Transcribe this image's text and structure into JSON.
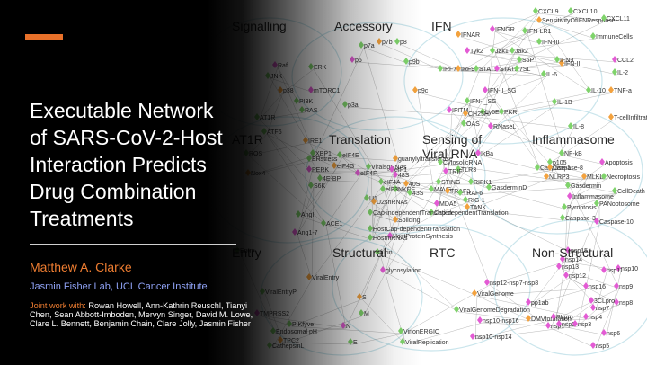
{
  "slide": {
    "title_lines": [
      "Executable Network",
      "of SARS-CoV-2-Host",
      "Interaction Predicts",
      "Drug Combination",
      "Treatments"
    ],
    "presenter": "Matthew A. Clarke",
    "affiliation": "Jasmin Fisher Lab, UCL Cancer Institute",
    "collaborators_lead": "Joint work with:",
    "collaborators": "Rowan Howell, Ann-Kathrin Reuschl, Tianyi Chen, Sean Abbott-Imboden, Mervyn Singer, David M. Lowe, Clare L. Bennett, Benjamin Chain, Clare Jolly, Jasmin Fisher"
  },
  "network": {
    "sections": [
      "Signalling",
      "Accessory",
      "IFN",
      "AT1R",
      "Translation",
      "Sensing of",
      "Viral RNA",
      "Inflammasome",
      "Entry",
      "Structural",
      "RTC",
      "Non-Structural"
    ],
    "nodes": [
      "CXCL9",
      "CXCL10",
      "SensitivityOfIFNResponse",
      "CXCL11",
      "IFNGR",
      "IFN-LR1",
      "ImmuneCells",
      "IFNAR",
      "IFN-III",
      "Tyk2",
      "Jak1",
      "Jak2",
      "IFN-II",
      "S6P",
      "CCL2",
      "IL-2",
      "p7a",
      "p7b",
      "p8",
      "p6",
      "p9b",
      "IRF7",
      "IRF9",
      "STAT1",
      "STAT2",
      "7SL",
      "IL-6",
      "TNF-a",
      "IFN-I",
      "IFN-II_SG",
      "IFN-I_SG",
      "IL-10",
      "p9c",
      "p3a",
      "IFITM",
      "Ly6E",
      "PKR",
      "CH25H",
      "OAS",
      "RNaseL",
      "IL-1B",
      "IL-8",
      "T-cellInfiltration",
      "ERK",
      "mTORC1",
      "PI3K",
      "RAS",
      "p38",
      "JNK",
      "Raf",
      "AT1R",
      "ATF6",
      "IRE1",
      "XBP1",
      "PERK",
      "S6K",
      "ROS",
      "Nox4",
      "AngII",
      "Ang1-7",
      "ACE1",
      "ERstress",
      "eIF4G",
      "eIF4E",
      "eIF4F",
      "4E-BP",
      "ViralsgRNAs",
      "guanylyltransferase",
      "CytosolicRNA",
      "IkBa",
      "NF-kB",
      "p105",
      "NLRP3",
      "Caspase-1",
      "Apoptosis",
      "Necroptosis",
      "CellDeath",
      "MLKL",
      "Gasdermin",
      "Inflammasome",
      "PANoptosome",
      "Pyroptosis",
      "Caspase-8",
      "Caspase-3",
      "Caspase-10",
      "GasderminD",
      "RIPK1",
      "TANK",
      "TLR3",
      "TRIF",
      "STING",
      "MAVS",
      "TRAF3",
      "TRAF6",
      "MDA5",
      "RIG-1",
      "NKRF",
      "40S",
      "43S",
      "48S",
      "Cap-dependentTranslation",
      "Cap-independentTranslation",
      "Splicing",
      "HostCap-dependentTranslation",
      "HostProteinSynthesis",
      "HostmRNAs",
      "U1",
      "U2snRNAs",
      "eIF4A",
      "eIF1",
      "eIF3",
      "Entry",
      "ViralEntry",
      "ViralEntryPi",
      "TMPRSS2",
      "Endosomal pH",
      "CathepsinL",
      "TPC2",
      "PIKfyve",
      "N",
      "M",
      "E",
      "S",
      "furin",
      "glycosylation",
      "VirionERGIC",
      "ViralReplication",
      "ViralGenome",
      "ViralGenomeDegradation",
      "nsp12-nsp7-nsp8",
      "nsp10-nsp16",
      "nsp10-nsp14",
      "DMVformation",
      "nsp1",
      "nsp2",
      "nsp3",
      "nsp4",
      "nsp5",
      "nsp6",
      "nsp7",
      "nsp8",
      "nsp9",
      "nsp10",
      "nsp11",
      "nsp12",
      "nsp13",
      "nsp14",
      "nsp15",
      "nsp16",
      "3CLpro",
      "PLpro",
      "pp1ab",
      "pp1a"
    ]
  },
  "colors": {
    "accent": "#e8712a",
    "presenter": "#ee7d31",
    "affiliation": "#8fa2f5",
    "text": "#ffffff",
    "node_green": "#7fd36b",
    "node_orange": "#f3a23e",
    "node_magenta": "#e35bd4",
    "edge": "#6e6e6e",
    "cluster_ring": "#9fcfdc"
  }
}
